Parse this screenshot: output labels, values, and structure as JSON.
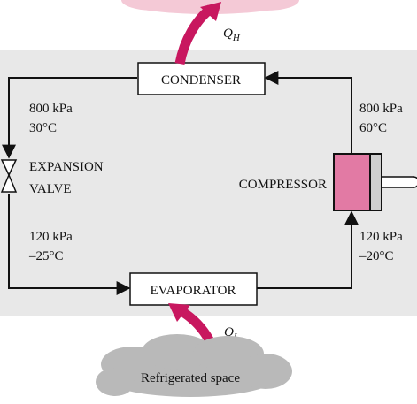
{
  "components": {
    "condenser": "CONDENSER",
    "evaporator": "EVAPORATOR",
    "compressor": "COMPRESSOR",
    "expansion_valve_line1": "EXPANSION",
    "expansion_valve_line2": "VALVE"
  },
  "heat": {
    "q_high_symbol": "Q",
    "q_high_sub": "H",
    "q_low_symbol": "Q",
    "q_low_sub": "L"
  },
  "states": {
    "after_condenser_pressure": "800 kPa",
    "after_condenser_temp": "30°C",
    "compressor_exit_pressure": "800 kPa",
    "compressor_exit_temp": "60°C",
    "evaporator_inlet_pressure": "120 kPa",
    "evaporator_inlet_temp": "–25°C",
    "compressor_inlet_pressure": "120 kPa",
    "compressor_inlet_temp": "–20°C"
  },
  "space": {
    "label": "Refrigerated space"
  },
  "colors": {
    "system_background": "#e8e8e8",
    "heat_arrow": "#c8175f",
    "warm_cloud": "#f4c9d6",
    "cold_cloud": "#b9b9b9",
    "compressor_cylinder": "#e27aa4"
  }
}
